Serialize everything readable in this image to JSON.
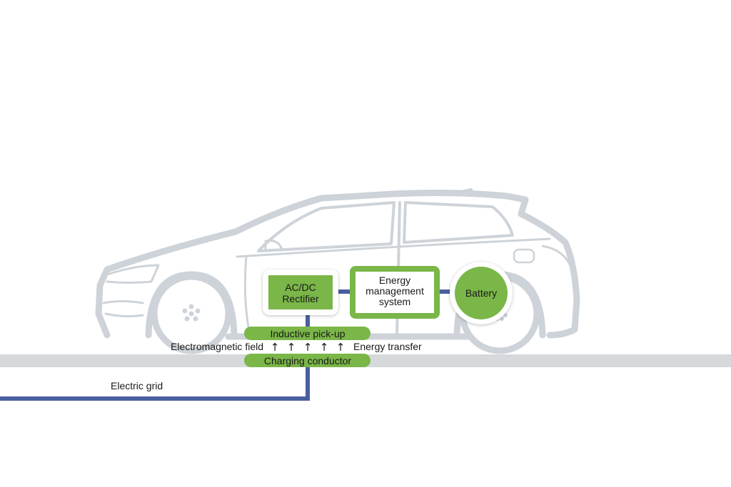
{
  "colors": {
    "green": "#7ab648",
    "blue_line": "#4a5f9f",
    "car_outline": "#cdd3d8",
    "ground": "#d5d9dc"
  },
  "components": {
    "rectifier": [
      "AC/DC",
      "Rectifier"
    ],
    "energy_management": [
      "Energy",
      "management",
      "system"
    ],
    "battery": "Battery"
  },
  "pads": {
    "pickup": "Inductive pick-up",
    "conductor": "Charging conductor"
  },
  "field": {
    "left_label": "Electromagnetic field",
    "right_label": "Energy transfer",
    "arrows": [
      "↑",
      "↑",
      "↑",
      "↑",
      "↑"
    ]
  },
  "grid_label": "Electric grid"
}
